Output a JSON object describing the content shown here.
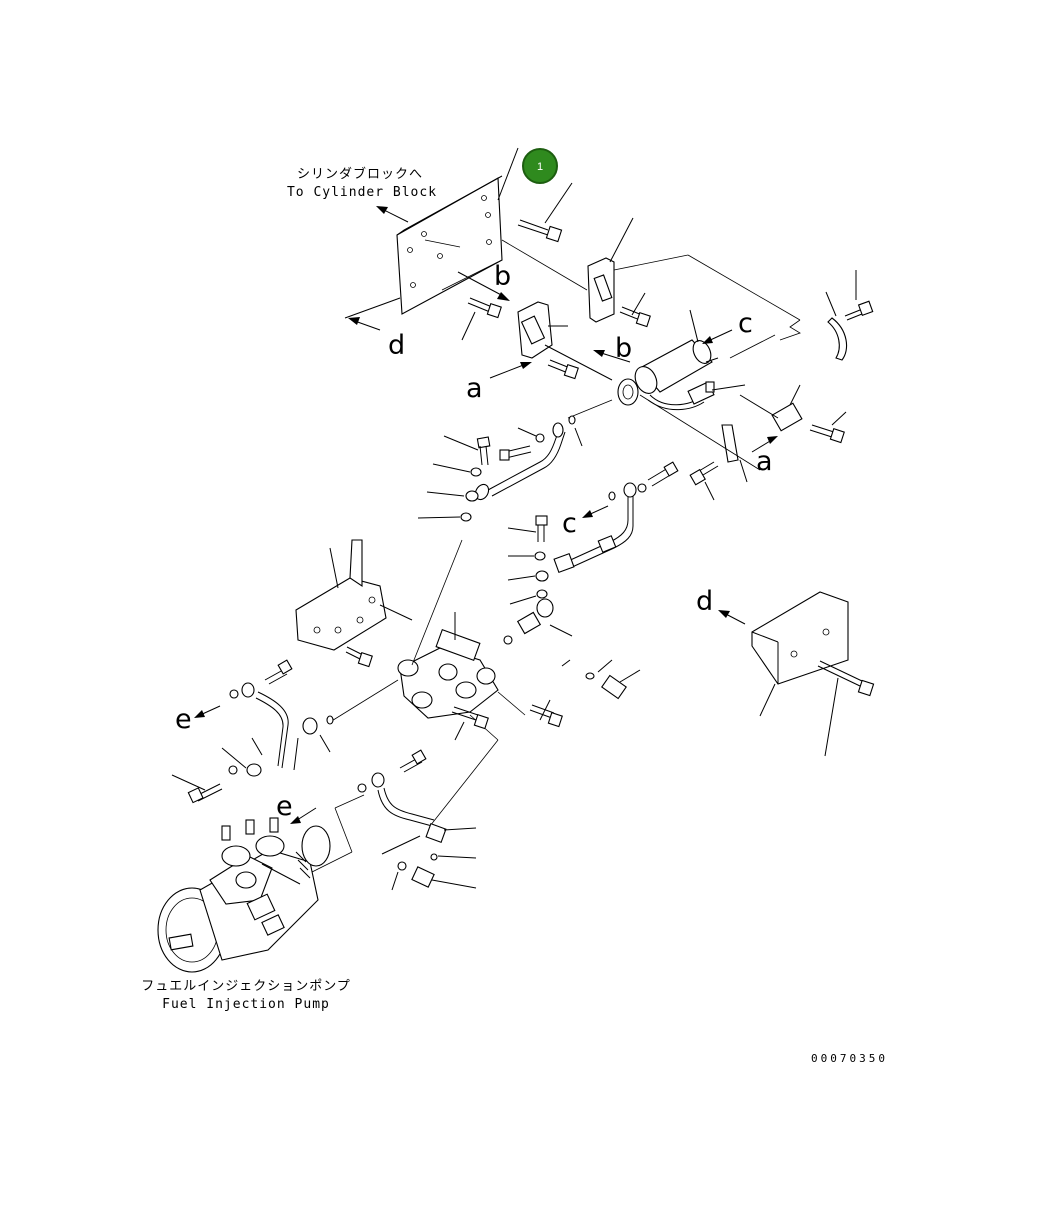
{
  "diagram": {
    "callout": {
      "number": "1",
      "color": "#2f8a1e",
      "stroke": "#1d5e10"
    },
    "captions": {
      "cylinder_block_ja": "シリンダブロックへ",
      "cylinder_block_en": "To Cylinder Block",
      "pump_ja": "フュエルインジェクションポンプ",
      "pump_en": "Fuel Injection Pump"
    },
    "reference_letters": {
      "a": "a",
      "b": "b",
      "c": "c",
      "d": "d",
      "e": "e"
    },
    "drawing_code": "00070350"
  }
}
